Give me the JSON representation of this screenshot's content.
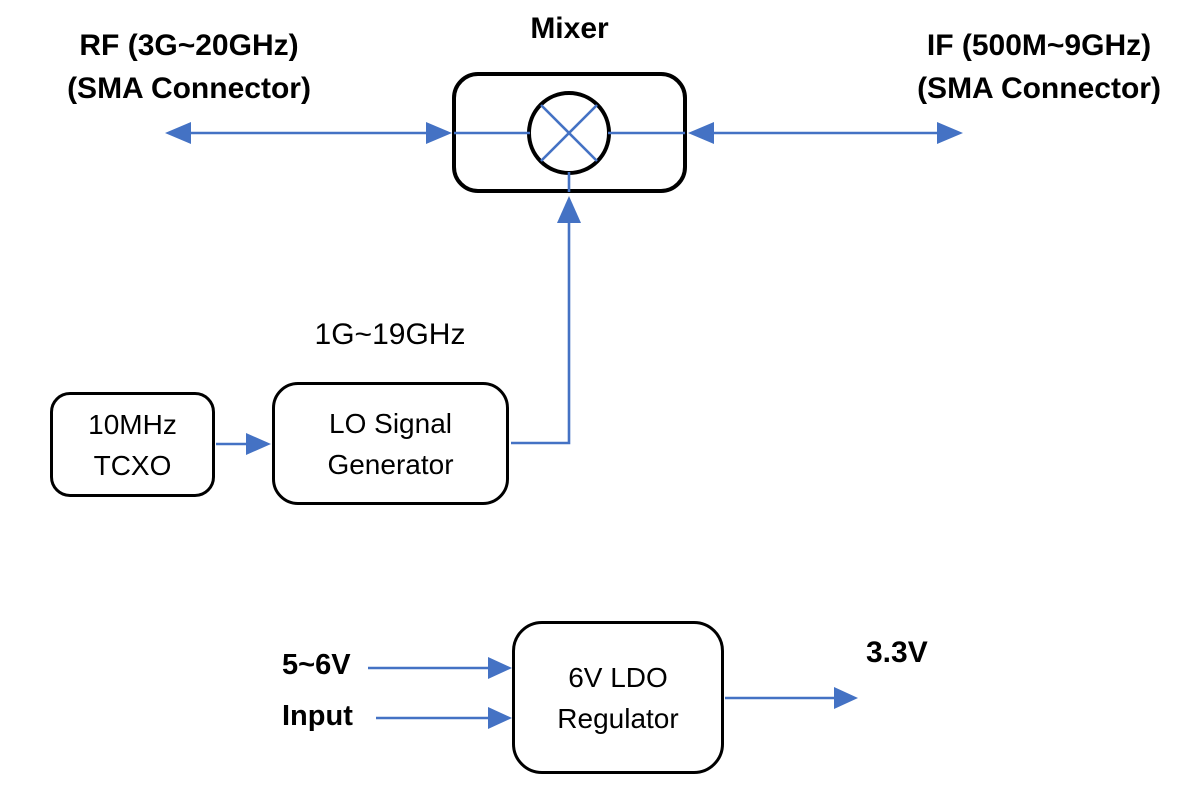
{
  "diagram": {
    "type": "block-diagram",
    "title": "Mixer",
    "colors": {
      "arrow_blue": "#4472C4",
      "line_black": "#000000",
      "background": "#FFFFFF",
      "text": "#000000"
    },
    "labels": {
      "rf_port": {
        "line1": "RF (3G~20GHz)",
        "line2": "(SMA Connector)"
      },
      "if_port": {
        "line1": "IF (500M~9GHz)",
        "line2": "(SMA Connector)"
      },
      "lo_freq": "1G~19GHz",
      "power_input_line1": "5~6V",
      "power_input_line2": "Input",
      "power_output": "3.3V"
    },
    "blocks": {
      "mixer": {
        "title": "Mixer",
        "symbol": "circle-with-x-multiplier"
      },
      "tcxo": {
        "line1": "10MHz",
        "line2": "TCXO"
      },
      "lo_generator": {
        "line1": "LO Signal",
        "line2": "Generator"
      },
      "ldo_regulator": {
        "line1": "6V LDO",
        "line2": "Regulator"
      }
    },
    "connections": [
      {
        "from": "RF (SMA Connector)",
        "to": "Mixer",
        "style": "double-headed-arrow"
      },
      {
        "from": "IF (SMA Connector)",
        "to": "Mixer",
        "style": "double-headed-arrow"
      },
      {
        "from": "LO Signal Generator",
        "to": "Mixer",
        "style": "arrow-up",
        "label": "1G~19GHz"
      },
      {
        "from": "10MHz TCXO",
        "to": "LO Signal Generator",
        "style": "arrow-right"
      },
      {
        "from": "5~6V Input",
        "to": "6V LDO Regulator",
        "style": "two-arrows-right"
      },
      {
        "from": "6V LDO Regulator",
        "to": "3.3V",
        "style": "arrow-right"
      }
    ]
  }
}
